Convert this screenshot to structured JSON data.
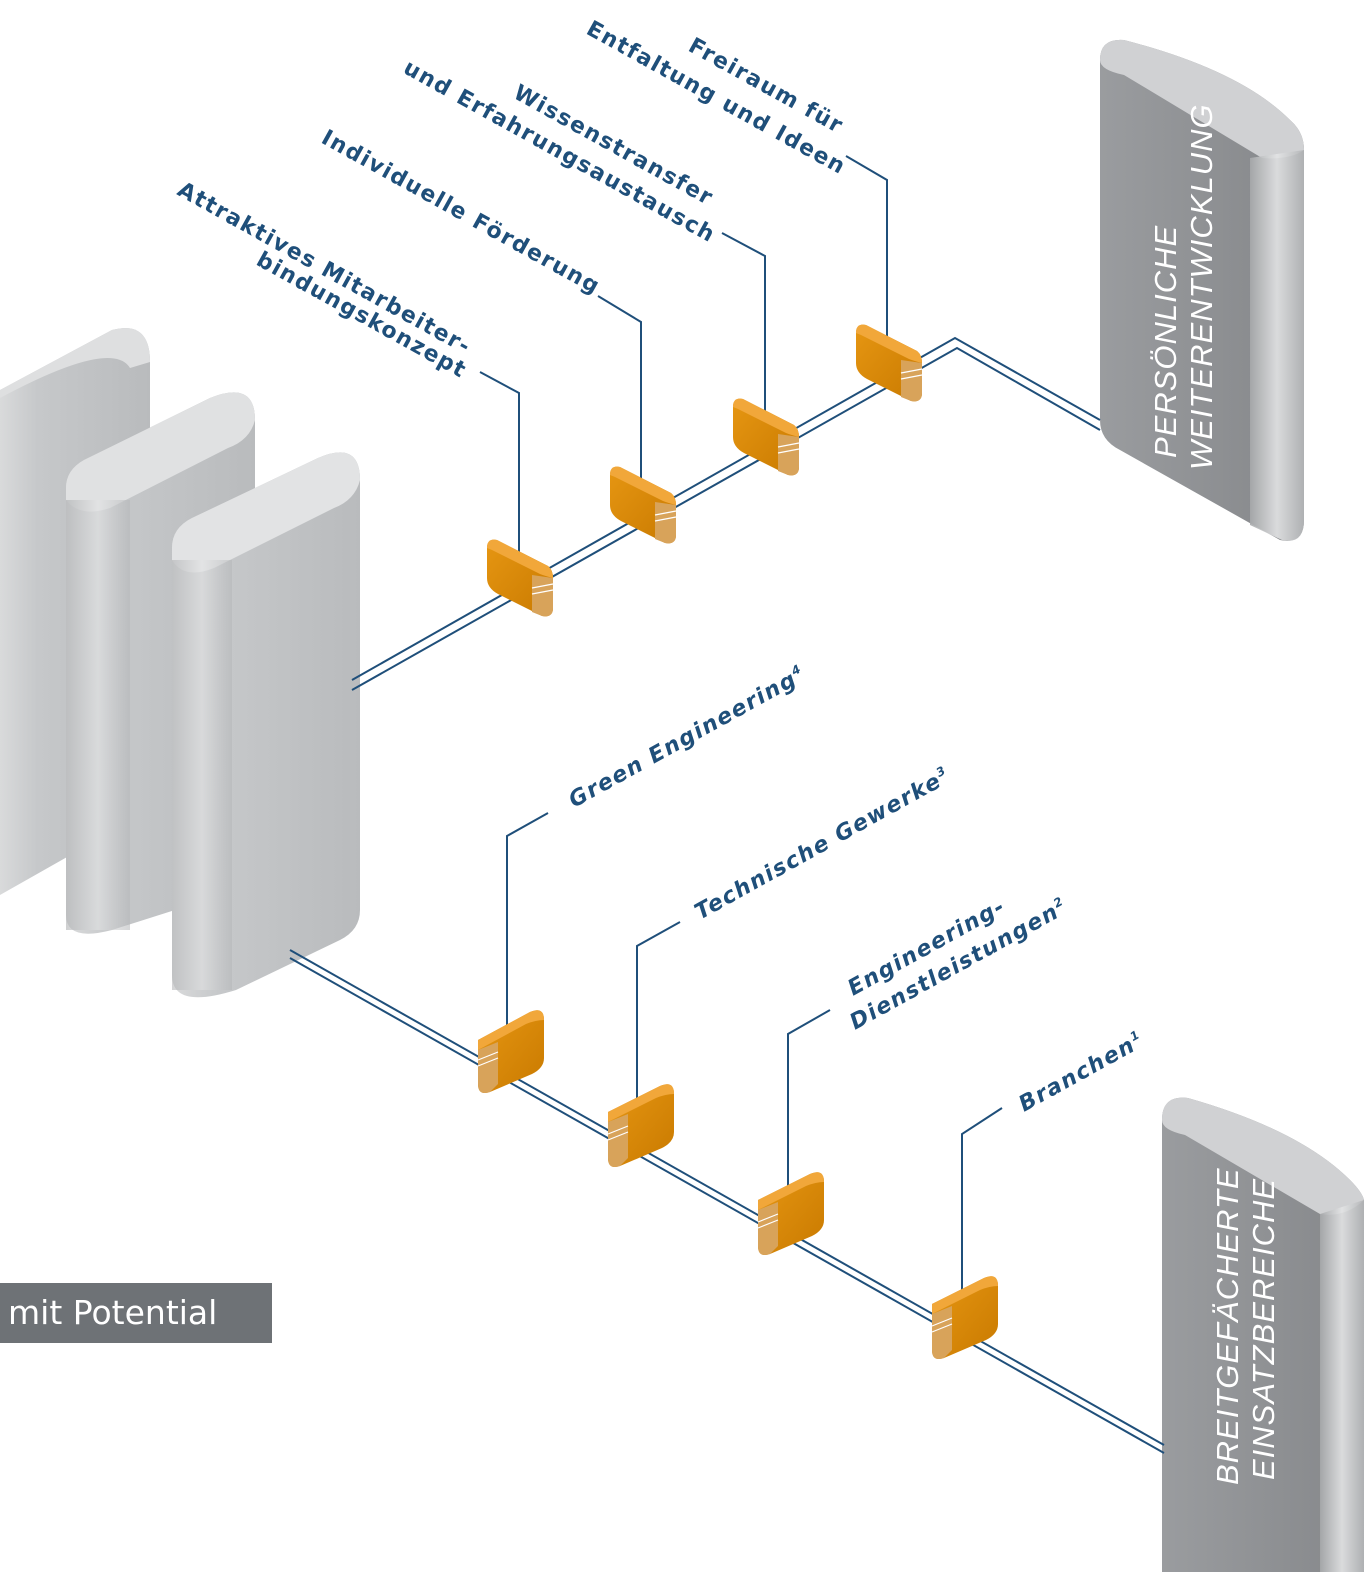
{
  "badge": "mit Potential",
  "pillars": {
    "top": [
      "PERSÖNLICHE",
      "WEITERENTWICKLUNG"
    ],
    "bottom": [
      "BREITGEFÄCHERTE",
      "EINSATZBEREICHE"
    ]
  },
  "upper_branch": [
    {
      "id": "mitarbeiterbindung",
      "lines": [
        "Attraktives Mitarbeiter-",
        "bindungskonzept"
      ]
    },
    {
      "id": "foerderung",
      "lines": [
        "Individuelle Förderung"
      ]
    },
    {
      "id": "wissenstransfer",
      "lines": [
        "Wissenstransfer",
        "und Erfahrungsaustausch"
      ]
    },
    {
      "id": "freiraum",
      "lines": [
        "Freiraum für",
        "Entfaltung und Ideen"
      ]
    }
  ],
  "lower_branch": [
    {
      "id": "green-engineering",
      "lines": [
        "Green Engineering"
      ],
      "sup": "4"
    },
    {
      "id": "technische-gewerke",
      "lines": [
        "Technische Gewerke"
      ],
      "sup": "3"
    },
    {
      "id": "engineering-dienstleistungen",
      "lines": [
        "Engineering-",
        "Dienstleistungen"
      ],
      "sup": "2"
    },
    {
      "id": "branchen",
      "lines": [
        "Branchen"
      ],
      "sup": "1"
    }
  ],
  "colors": {
    "label": "#1f4f7a",
    "connector": "#1f4f7a",
    "block": "#d98400",
    "pillar_light": "#c9cbcd",
    "pillar_dark": "#8d8f92",
    "badge": "#6e7276"
  }
}
